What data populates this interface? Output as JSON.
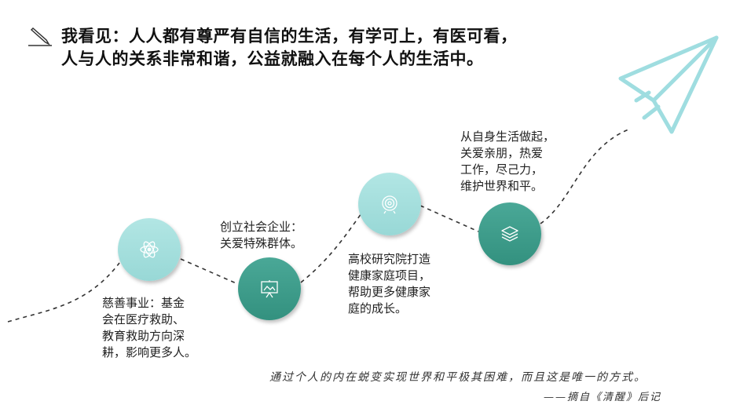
{
  "title": {
    "line1": "我看见：人人都有尊严有自信的生活，有学可上，有医可看，",
    "line2": "人与人的关系非常和谐，公益就融入在每个人的生活中。",
    "icon": "pencil-icon"
  },
  "steps": [
    {
      "icon": "atom-icon",
      "lines": [
        "慈善事业：基金",
        "会在医疗救助、",
        "教育救助方向深",
        "耕，影响更多人。"
      ]
    },
    {
      "icon": "presentation-icon",
      "lines": [
        "创立社会企业：",
        "关爱特殊群体。"
      ]
    },
    {
      "icon": "target-icon",
      "lines": [
        "高校研究院打造",
        "健康家庭项目，",
        "帮助更多健康家",
        "庭的成长。"
      ]
    },
    {
      "icon": "layers-icon",
      "lines": [
        "从自身生活做起，",
        "关爱亲朋，热爱",
        "工作，尽己力，",
        "维护世界和平。"
      ]
    }
  ],
  "quote": "通过个人的内在蜕变实现世界和平极其困难，而且这是唯一的方式。",
  "source": "——摘自《清醒》后记",
  "colors": {
    "light": "#a8e0de",
    "dark": "#3a9a8a",
    "plane": "#9fdde0"
  }
}
